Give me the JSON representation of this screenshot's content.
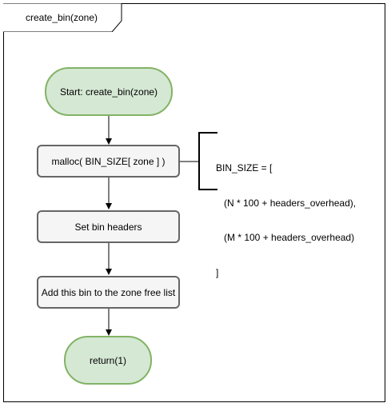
{
  "frame": {
    "title": "create_bin(zone)"
  },
  "nodes": {
    "start": "Start: create_bin(zone)",
    "malloc": "malloc( BIN_SIZE[ zone ] )",
    "set_headers": "Set bin headers",
    "add_free_list": "Add this bin to the zone free list",
    "return": "return(1)"
  },
  "annotation": {
    "lines": [
      "BIN_SIZE = [",
      "   (N * 100 + headers_overhead),",
      "   (M * 100 + headers_overhead)",
      "]"
    ]
  },
  "colors": {
    "terminal_fill": "#d5e8d4",
    "terminal_stroke": "#82b366",
    "process_fill": "#f5f5f5",
    "process_stroke": "#666666"
  }
}
